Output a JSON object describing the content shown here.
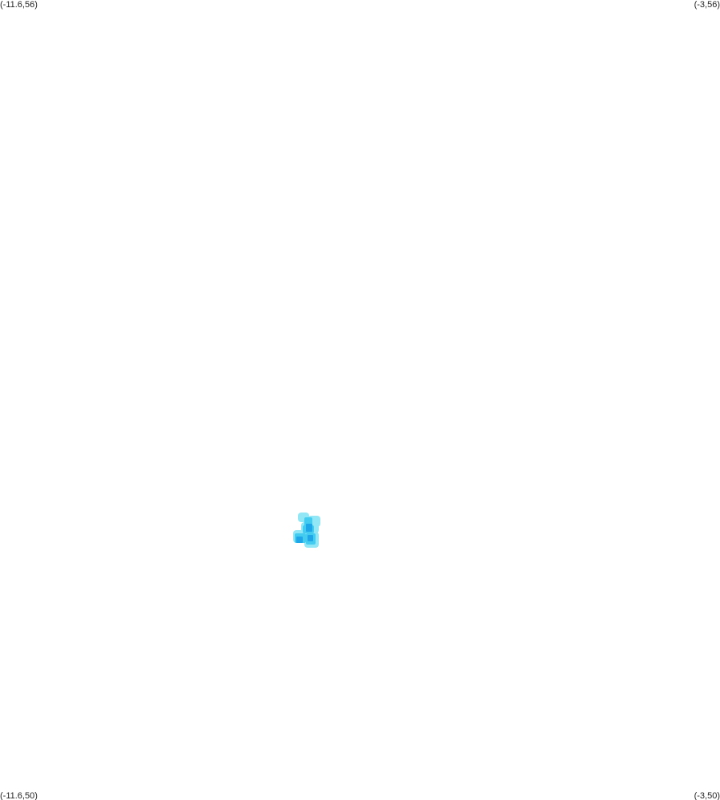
{
  "corners": {
    "top_left": "(-11.6,56)",
    "top_right": "(-3,56)",
    "bottom_left": "(-11.6,50)",
    "bottom_right": "(-3,50)"
  },
  "colors": {
    "background": "#ffffff",
    "light_cyan": "#7fe3f5",
    "mid_cyan": "#3cc8f0",
    "dark_blue": "#1fa6e8"
  }
}
